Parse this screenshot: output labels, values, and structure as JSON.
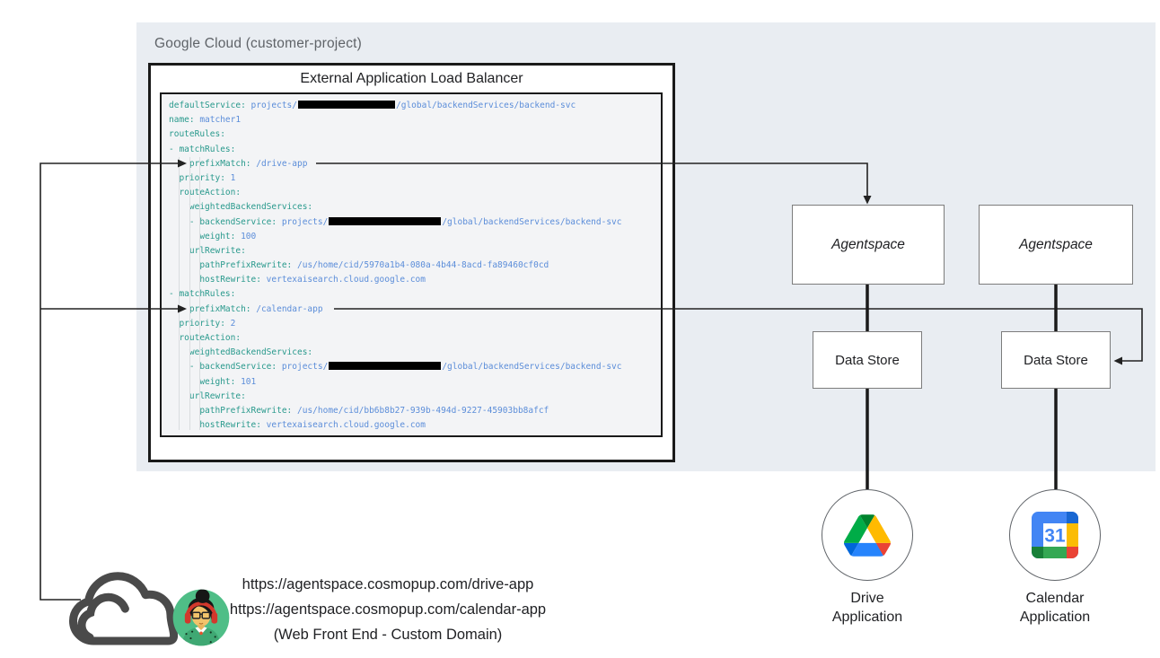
{
  "header": {
    "project_label": "Google Cloud (customer-project)"
  },
  "load_balancer": {
    "title": "External Application Load Balancer",
    "code": [
      [
        {
          "c": "k",
          "t": "defaultService:"
        },
        {
          "c": "v",
          "t": " projects/"
        },
        {
          "c": "redact",
          "w": 108
        },
        {
          "c": "v",
          "t": "/global/backendServices/backend-svc"
        }
      ],
      [
        {
          "c": "k",
          "t": "name:"
        },
        {
          "c": "v",
          "t": " matcher1"
        }
      ],
      [
        {
          "c": "k",
          "t": "routeRules:"
        }
      ],
      [
        {
          "c": "k",
          "t": "- matchRules:"
        }
      ],
      [
        {
          "c": "k",
          "t": "  - prefixMatch:"
        },
        {
          "c": "v",
          "t": " /drive-app"
        }
      ],
      [
        {
          "c": "k",
          "t": "  priority:"
        },
        {
          "c": "v",
          "t": " 1"
        }
      ],
      [
        {
          "c": "k",
          "t": "  routeAction:"
        }
      ],
      [
        {
          "c": "k",
          "t": "    weightedBackendServices:"
        }
      ],
      [
        {
          "c": "k",
          "t": "    - backendService:"
        },
        {
          "c": "v",
          "t": " projects/"
        },
        {
          "c": "redact",
          "w": 125
        },
        {
          "c": "v",
          "t": "/global/backendServices/backend-svc"
        }
      ],
      [
        {
          "c": "k",
          "t": "      weight:"
        },
        {
          "c": "v",
          "t": " 100"
        }
      ],
      [
        {
          "c": "k",
          "t": "    urlRewrite:"
        }
      ],
      [
        {
          "c": "k",
          "t": "      pathPrefixRewrite:"
        },
        {
          "c": "v",
          "t": " /us/home/cid/5970a1b4-080a-4b44-8acd-fa89460cf0cd"
        }
      ],
      [
        {
          "c": "k",
          "t": "      hostRewrite:"
        },
        {
          "c": "v",
          "t": " vertexaisearch.cloud.google.com"
        }
      ],
      [
        {
          "c": "k",
          "t": "- matchRules:"
        }
      ],
      [
        {
          "c": "k",
          "t": "  - prefixMatch:"
        },
        {
          "c": "v",
          "t": " /calendar-app"
        }
      ],
      [
        {
          "c": "k",
          "t": "  priority:"
        },
        {
          "c": "v",
          "t": " 2"
        }
      ],
      [
        {
          "c": "k",
          "t": "  routeAction:"
        }
      ],
      [
        {
          "c": "k",
          "t": "    weightedBackendServices:"
        }
      ],
      [
        {
          "c": "k",
          "t": "    - backendService:"
        },
        {
          "c": "v",
          "t": " projects/"
        },
        {
          "c": "redact",
          "w": 125
        },
        {
          "c": "v",
          "t": "/global/backendServices/backend-svc"
        }
      ],
      [
        {
          "c": "k",
          "t": "      weight:"
        },
        {
          "c": "v",
          "t": " 101"
        }
      ],
      [
        {
          "c": "k",
          "t": "    urlRewrite:"
        }
      ],
      [
        {
          "c": "k",
          "t": "      pathPrefixRewrite:"
        },
        {
          "c": "v",
          "t": " /us/home/cid/bb6b8b27-939b-494d-9227-45903bb8afcf"
        }
      ],
      [
        {
          "c": "k",
          "t": "      hostRewrite:"
        },
        {
          "c": "v",
          "t": " vertexaisearch.cloud.google.com"
        }
      ]
    ]
  },
  "nodes": {
    "agentspace_left": {
      "label": "Agentspace"
    },
    "agentspace_right": {
      "label": "Agentspace"
    },
    "datastore_left": {
      "label": "Data Store"
    },
    "datastore_right": {
      "label": "Data Store"
    },
    "drive": {
      "line1": "Drive",
      "line2": "Application"
    },
    "calendar": {
      "line1": "Calendar",
      "line2": "Application",
      "icon_day": "31"
    }
  },
  "frontend": {
    "url_drive": "https://agentspace.cosmopup.com/drive-app",
    "url_calendar": "https://agentspace.cosmopup.com/calendar-app",
    "caption": "(Web Front End - Custom Domain)"
  },
  "colors": {
    "panel_bg": "#e9edf2",
    "code_bg": "#f3f4f6",
    "code_key_teal": "#28998c",
    "code_value_blue": "#5b8dd9",
    "wire_black": "#222222",
    "google_blue": "#4285f4",
    "google_dark_blue": "#1967d2",
    "google_green": "#34a853",
    "google_dark_green": "#188038",
    "google_yellow": "#fbbc04",
    "google_red": "#ea4335",
    "drive_blue": "#0066da",
    "drive_green": "#00ac47",
    "drive_dark_green": "#00832d",
    "drive_yellow": "#ffba00",
    "avatar_bg_green": "#4fbe87",
    "headphone_red": "#d2382c",
    "cloud_gray": "#4a4a4a"
  }
}
